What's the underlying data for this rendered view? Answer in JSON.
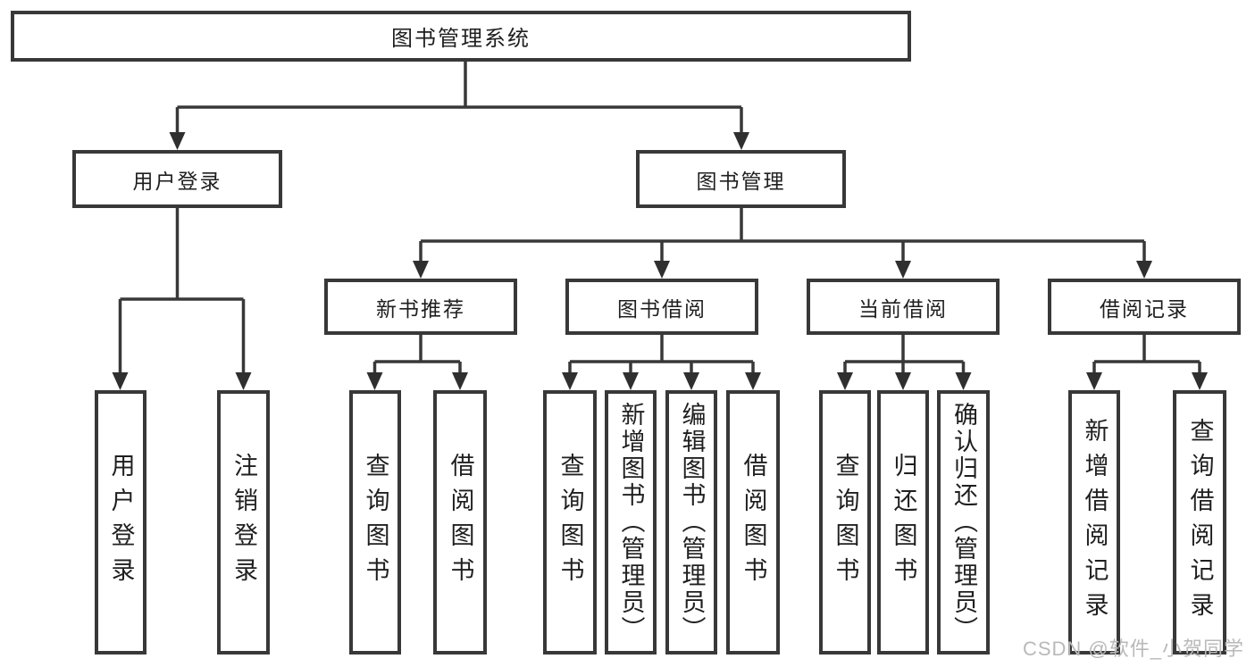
{
  "tree": {
    "root_label": "图书管理系统",
    "branches": [
      {
        "label": "用户登录",
        "children": [
          {
            "label": "用户登录"
          },
          {
            "label": "注销登录"
          }
        ]
      },
      {
        "label": "图书管理",
        "children": [
          {
            "label": "新书推荐",
            "children": [
              {
                "label": "查询图书"
              },
              {
                "label": "借阅图书"
              }
            ]
          },
          {
            "label": "图书借阅",
            "children": [
              {
                "label": "查询图书"
              },
              {
                "label": "新增图书（管理员）"
              },
              {
                "label": "编辑图书（管理员）"
              },
              {
                "label": "借阅图书"
              }
            ]
          },
          {
            "label": "当前借阅",
            "children": [
              {
                "label": "查询图书"
              },
              {
                "label": "归还图书"
              },
              {
                "label": "确认归还（管理员）"
              }
            ]
          },
          {
            "label": "借阅记录",
            "children": [
              {
                "label": "新增借阅记录"
              },
              {
                "label": "查询借阅记录"
              }
            ]
          }
        ]
      }
    ]
  },
  "watermark": {
    "text": "CSDN @软件_小贺同学"
  },
  "colors": {
    "line": "#383838",
    "arrow": "#2f2f2f",
    "text": "#1f1f1f",
    "watermark": "#b9b9b9",
    "background": "#ffffff"
  }
}
